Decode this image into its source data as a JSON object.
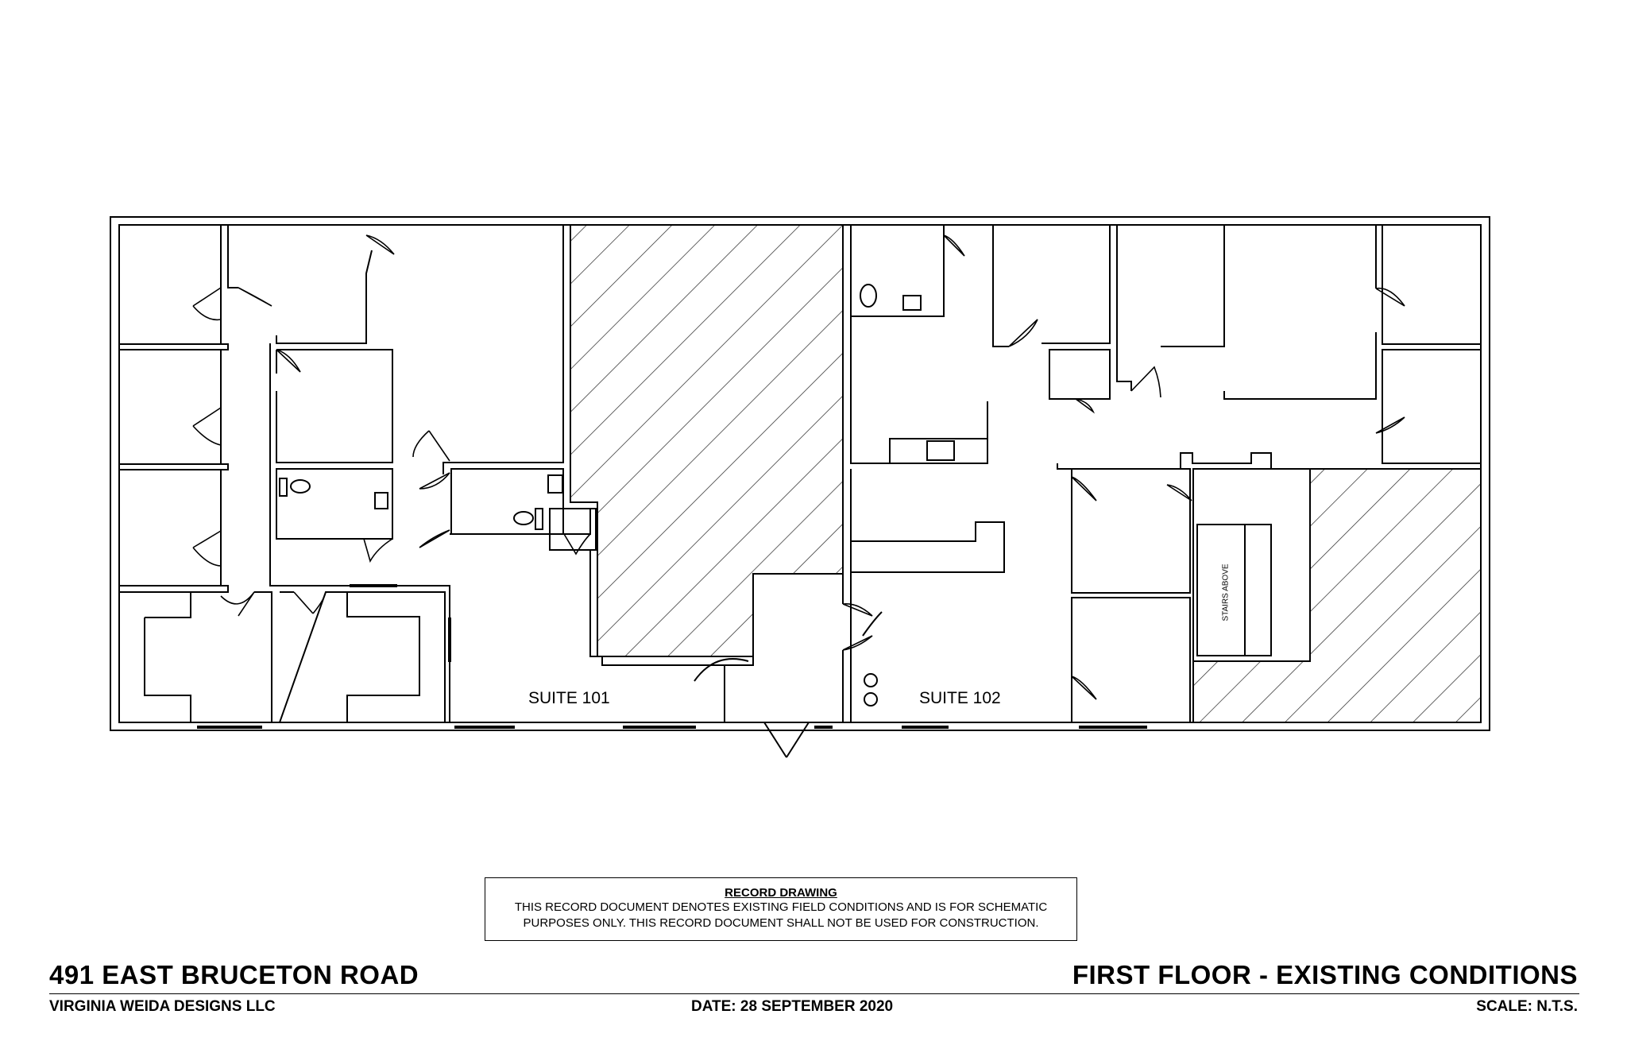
{
  "plan": {
    "rooms": {
      "suite_101": "SUITE 101",
      "suite_102": "SUITE 102",
      "stairs": "STAIRS ABOVE"
    },
    "colors": {
      "line": "#000000",
      "background": "#ffffff",
      "hatch": "#222222"
    }
  },
  "record_box": {
    "title": "RECORD DRAWING",
    "line1": "THIS RECORD DOCUMENT DENOTES EXISTING FIELD CONDITIONS AND IS FOR SCHEMATIC",
    "line2": "PURPOSES ONLY. THIS RECORD DOCUMENT SHALL NOT BE USED FOR CONSTRUCTION."
  },
  "title_block": {
    "address": "491 EAST BRUCETON ROAD",
    "sheet_title": "FIRST FLOOR - EXISTING CONDITIONS",
    "firm": "VIRGINIA WEIDA DESIGNS LLC",
    "date": "DATE: 28 SEPTEMBER 2020",
    "scale": "SCALE: N.T.S."
  }
}
